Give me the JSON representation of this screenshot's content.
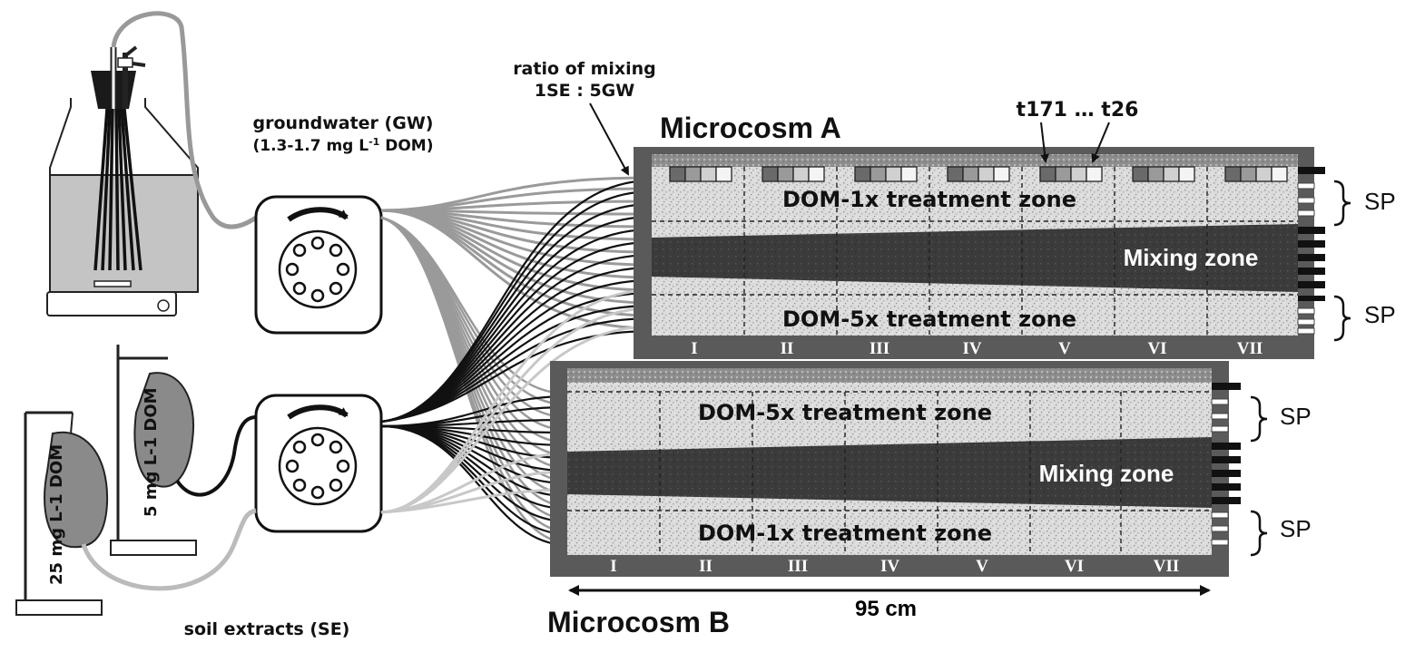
{
  "source": {
    "groundwater_label": "groundwater (GW)",
    "groundwater_conc_prefix": "(1.3-1.7 mg L",
    "groundwater_conc_sup": "-1",
    "groundwater_conc_suffix": " DOM)",
    "soil_extracts_label": "soil extracts (SE)",
    "bag_high_label": "25 mg L-1 DOM",
    "bag_low_label": "5 mg L-1 DOM"
  },
  "mixing": {
    "ratio_title": "ratio of mixing",
    "ratio_value": "1SE : 5GW"
  },
  "microcosm_a": {
    "title": "Microcosm A",
    "top_zone": "DOM-1x treatment zone",
    "mixing_zone": "Mixing zone",
    "bottom_zone": "DOM-5x treatment zone",
    "sampling_ports_label": "t171 … t26",
    "sp_top": "SP",
    "sp_bottom": "SP",
    "sections": [
      "I",
      "II",
      "III",
      "IV",
      "V",
      "VI",
      "VII"
    ]
  },
  "microcosm_b": {
    "title": "Microcosm B",
    "top_zone": "DOM-5x treatment zone",
    "mixing_zone": "Mixing zone",
    "bottom_zone": "DOM-1x treatment zone",
    "sp_top": "SP",
    "sp_bottom": "SP",
    "sections": [
      "I",
      "II",
      "III",
      "IV",
      "V",
      "VI",
      "VII"
    ],
    "length_label": "95 cm"
  },
  "colors": {
    "frame": "#5a5a5a",
    "mixing": "#3a3a3a",
    "sediment": "#d9d9d9",
    "tube_gw": "#9a9a9a",
    "tube_se": "#111111",
    "tube_light": "#c8c8c8",
    "bottle_water": "#c4c4c4",
    "bag": "#8a8a8a"
  }
}
